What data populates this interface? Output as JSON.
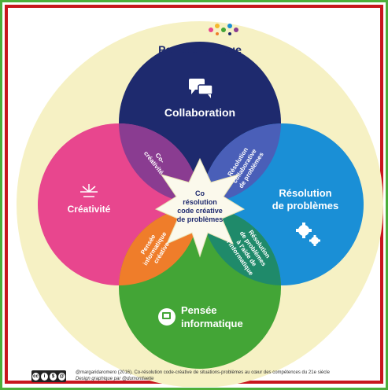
{
  "title": "Pensée Critique",
  "circles": {
    "top": {
      "label": "Collaboration",
      "color": "#1e2a6e"
    },
    "left": {
      "label": "Créativité",
      "color": "#e8468e"
    },
    "right": {
      "label_line1": "Résolution",
      "label_line2": "de problèmes",
      "color": "#1a8fd6"
    },
    "bottom": {
      "label_line1": "Pensée",
      "label_line2": "informatique",
      "color": "#43a536"
    }
  },
  "overlaps": {
    "top_left": {
      "line1": "Co-",
      "line2": "créativité"
    },
    "top_right": {
      "line1": "Résolution",
      "line2": "collaborative",
      "line3": "de problèmes"
    },
    "bottom_left": {
      "line1": "Pensée",
      "line2": "informatique",
      "line3": "créative"
    },
    "bottom_right": {
      "line1": "Résolution",
      "line2": "de problèmes",
      "line3": "à l'aide de",
      "line4": "l'informatique"
    }
  },
  "center": {
    "line1": "Co",
    "line2": "résolution",
    "line3": "code créative",
    "line4": "de problèmes"
  },
  "footer": {
    "license": "cc BY NC SA",
    "credit_line1": "@margaridaromero (2016). Co-résolution code-créative de situations-problèmes au cœur des compétences du 21e siècle",
    "credit_line2": "Design graphique par @dumontlaetie"
  },
  "colors": {
    "background_circle": "#f6f1c4",
    "top_left_overlap": "#8a3c91",
    "top_right_overlap": "#4a5fb8",
    "bottom_left_overlap": "#ef7d2a",
    "bottom_right_overlap": "#1f8a6a",
    "center": "#ffffff"
  },
  "icons": [
    "chat-bubbles-icon",
    "sunburst-icon",
    "gears-icon",
    "computer-head-icon",
    "color-dots-icon"
  ]
}
